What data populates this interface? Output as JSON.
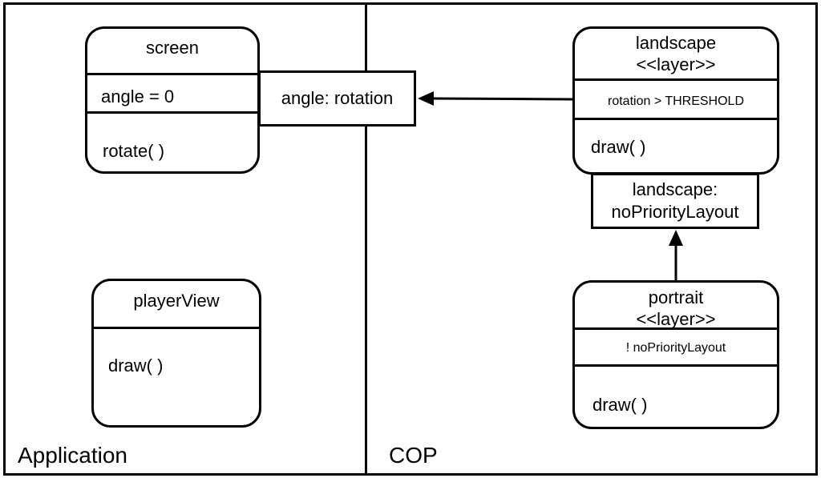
{
  "regions": {
    "left": "Application",
    "right": "COP"
  },
  "screen": {
    "title": "screen",
    "attribute": "angle = 0",
    "method": "rotate( )"
  },
  "angle_binding": "angle: rotation",
  "player_view": {
    "title": "playerView",
    "method": "draw( )"
  },
  "landscape": {
    "title": "landscape",
    "stereotype": "<<layer>>",
    "condition": "rotation > THRESHOLD",
    "method": "draw( )"
  },
  "landscape_binding": {
    "line1": "landscape:",
    "line2": "noPriorityLayout"
  },
  "portrait": {
    "title": "portrait",
    "stereotype": "<<layer>>",
    "condition": "! noPriorityLayout",
    "method": "draw( )"
  }
}
